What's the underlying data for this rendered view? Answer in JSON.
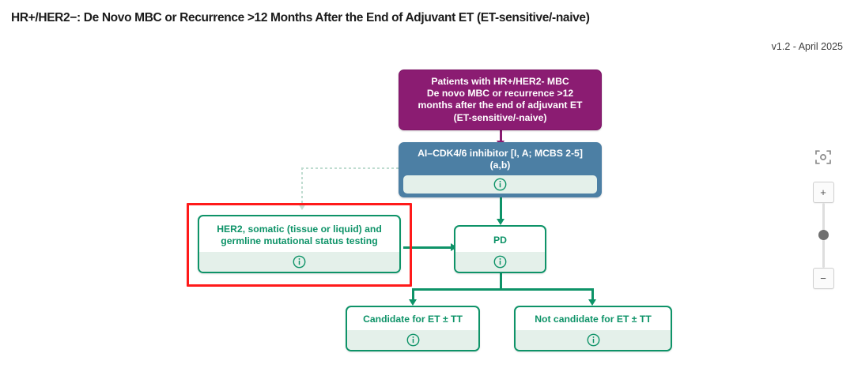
{
  "header": {
    "title": "HR+/HER2−: De Novo MBC or Recurrence >12 Months After the End of Adjuvant ET (ET-sensitive/-naive)",
    "version": "v1.2 - April 2025"
  },
  "colors": {
    "purple": "#8B1C72",
    "blue": "#4C7FA4",
    "green": "#0E9368",
    "mint": "#E4F0EA",
    "selection_red": "#FF1A1A",
    "ghost": "#c5ded3"
  },
  "flowchart": {
    "nodes": [
      {
        "id": "patients",
        "type": "purple",
        "text": "Patients with HR+/HER2- MBC De novo MBC or recurrence >12 months after the end of adjuvant ET (ET-sensitive/-naive)",
        "lines": [
          "Patients with HR+/HER2- MBC",
          "De novo MBC or recurrence >12",
          "months after the end of adjuvant ET",
          "(ET-sensitive/-naive)"
        ],
        "has_info": false
      },
      {
        "id": "ai-cdk46",
        "type": "blue",
        "text": "AI–CDK4/6 inhibitor [I, A; MCBS 2-5] (a,b)",
        "lines": [
          "AI–CDK4/6 inhibitor [I, A; MCBS 2-5]",
          "(a,b)"
        ],
        "has_info": true,
        "info_icon": "info-circle-icon"
      },
      {
        "id": "her2-testing",
        "type": "green",
        "text": "HER2, somatic (tissue or liquid) and germline mutational status testing",
        "lines": [
          "HER2, somatic (tissue or liquid) and",
          "germline mutational status testing"
        ],
        "has_info": true,
        "info_icon": "info-circle-icon",
        "selected": true
      },
      {
        "id": "pd",
        "type": "green",
        "text": "PD",
        "lines": [
          "PD"
        ],
        "has_info": true,
        "info_icon": "info-circle-icon"
      },
      {
        "id": "candidate-et-tt",
        "type": "green",
        "text": "Candidate for ET ± TT",
        "lines": [
          "Candidate for ET ± TT"
        ],
        "has_info": true,
        "info_icon": "info-circle-icon"
      },
      {
        "id": "not-candidate-et-tt",
        "type": "green",
        "text": "Not candidate for ET ± TT",
        "lines": [
          "Not candidate for ET ± TT"
        ],
        "has_info": true,
        "info_icon": "info-circle-icon"
      }
    ],
    "edges": [
      {
        "from": "patients",
        "to": "ai-cdk46",
        "style": "solid",
        "color": "purple"
      },
      {
        "from": "ai-cdk46",
        "to": "pd",
        "style": "solid",
        "color": "green"
      },
      {
        "from": "ai-cdk46",
        "to": "her2-testing",
        "style": "dotted",
        "color": "ghost"
      },
      {
        "from": "her2-testing",
        "to": "pd",
        "style": "solid",
        "color": "green"
      },
      {
        "from": "pd",
        "to": "candidate-et-tt",
        "style": "solid",
        "color": "green"
      },
      {
        "from": "pd",
        "to": "not-candidate-et-tt",
        "style": "solid",
        "color": "green"
      }
    ]
  },
  "zoom_controls": {
    "fit_icon": "fit-to-screen-icon",
    "zoom_in_label": "+",
    "zoom_out_label": "−",
    "slider_handle": "zoom-slider-handle"
  }
}
